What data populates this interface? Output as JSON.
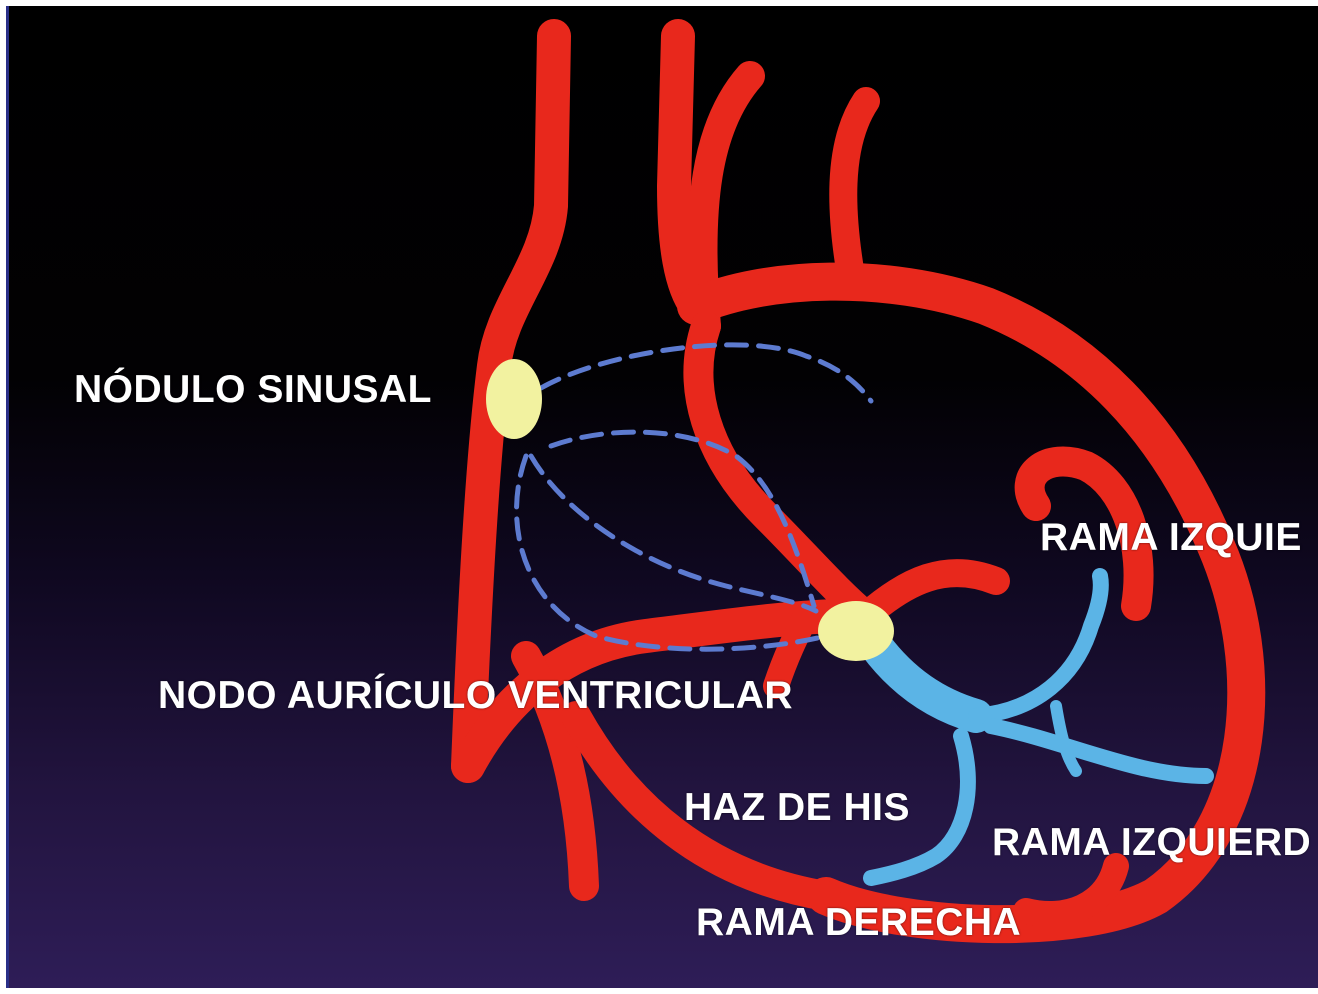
{
  "labels": {
    "sinusal": "NÓDULO SINUSAL",
    "av_node": "NODO AURÍCULO VENTRICULAR",
    "his": "HAZ DE HIS",
    "left_branch_top": "RAMA IZQUIE",
    "left_branch_bottom": "RAMA IZQUIERD",
    "right_branch": "RAMA DERECHA"
  },
  "colors": {
    "heart": "#e8281c",
    "node": "#f2f2a0",
    "conduction": "#5bb4e6",
    "pathway_dashes": "#5d7bd0",
    "text": "#ffffff"
  },
  "icons": {
    "heart": "heart-outline-diagram"
  }
}
